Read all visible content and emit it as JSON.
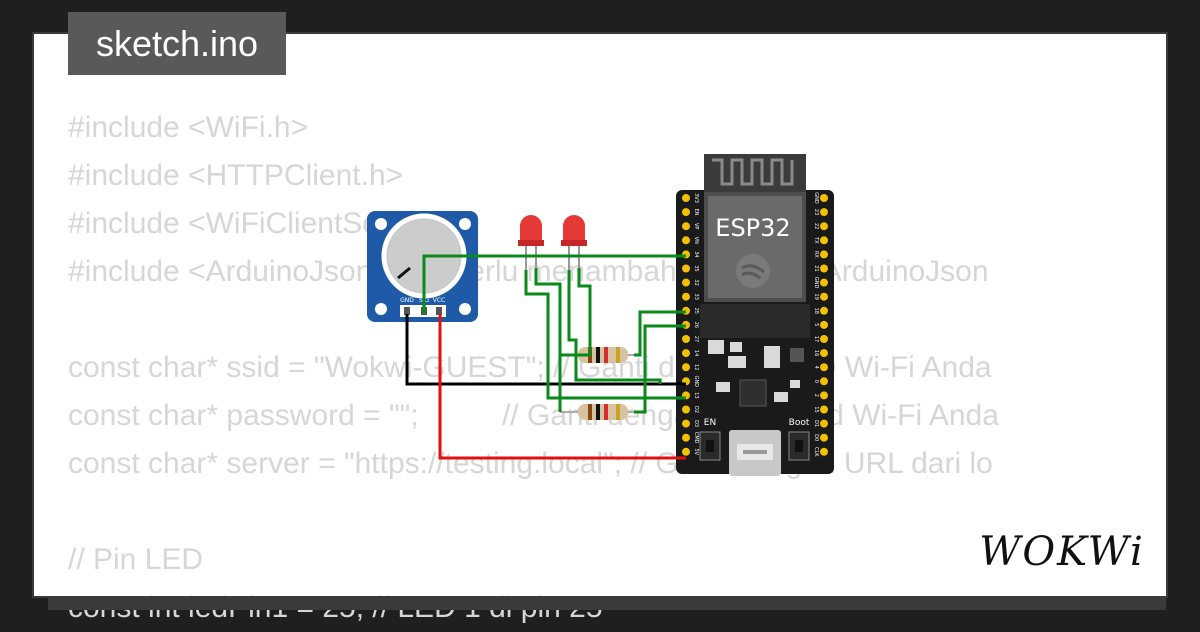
{
  "file_tab": {
    "label": "sketch.ino"
  },
  "code_lines": [
    "#include <WiFi.h>",
    "#include <HTTPClient.h>",
    "#include <WiFiClientSecure.h>",
    "#include <ArduinoJson.h> // Perlu menambahkan library ArduinoJson",
    "",
    "const char* ssid = \"Wokwi-GUEST\"; // Ganti dengan SSID Wi-Fi Anda",
    "const char* password = \"\";          // Ganti dengan password Wi-Fi Anda",
    "const char* server = \"https://testing.local\"; // Ganti dengan URL dari lo",
    "",
    "// Pin LED",
    "const int ledPin1 = 25; // LED 1 di pin 25"
  ],
  "esp32": {
    "label": "ESP32",
    "left_pins": [
      "3V3",
      "EN",
      "VP",
      "VN",
      "34",
      "35",
      "32",
      "33",
      "25",
      "26",
      "27",
      "14",
      "12",
      "GND",
      "13",
      "D2",
      "D3",
      "CMD",
      "5V"
    ],
    "right_pins": [
      "GND",
      "23",
      "22",
      "TX",
      "RX",
      "21",
      "GND",
      "19",
      "18",
      "5",
      "17",
      "16",
      "4",
      "0",
      "2",
      "15",
      "D1",
      "D0",
      "CLK"
    ],
    "en_label": "EN",
    "boot_label": "Boot"
  },
  "potentiometer": {
    "pin_labels": [
      "GND",
      "SIG",
      "VCC"
    ]
  },
  "logo": {
    "text": "WOKWi"
  },
  "colors": {
    "background": "#1f1f1f",
    "card": "#ffffff",
    "tab": "#595959",
    "code_text": "#d6d6d6",
    "board": "#1a1a1a",
    "pot_board": "#1f5aa8",
    "led": "#e53935",
    "wire_green": "#0a8a1a",
    "wire_red": "#e01010",
    "wire_black": "#000000"
  }
}
